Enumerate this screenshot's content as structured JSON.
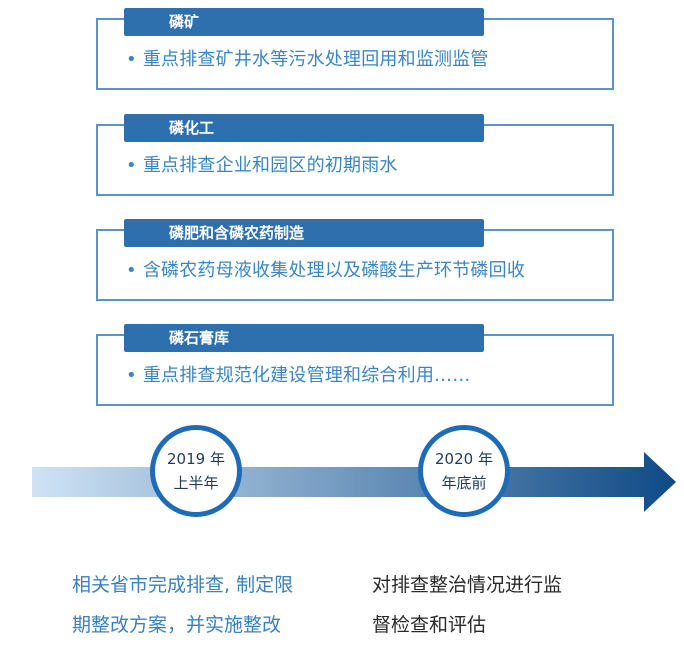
{
  "cards": [
    {
      "title": "磷矿",
      "bullet": "•",
      "text": "重点排查矿井水等污水处理回用和监测监管"
    },
    {
      "title": "磷化工",
      "bullet": "•",
      "text": "重点排查企业和园区的初期雨水"
    },
    {
      "title": "磷肥和含磷农药制造",
      "bullet": "•",
      "text": "含磷农药母液收集处理以及磷酸生产环节磷回收"
    },
    {
      "title": "磷石膏库",
      "bullet": "•",
      "text": "重点排查规范化建设管理和综合利用……"
    }
  ],
  "timeline": {
    "colors": {
      "arrow_start": "#cfe3f5",
      "arrow_end": "#0f4a85",
      "circle_border": "#1e6bb8"
    },
    "milestones": [
      {
        "line1": "2019 年",
        "line2": "上半年"
      },
      {
        "line1": "2020 年",
        "line2": "年底前"
      }
    ]
  },
  "descriptions": {
    "left": {
      "line1": "相关省市完成排查, 制定限",
      "line2": "期整改方案，并实施整改"
    },
    "right": {
      "line1": "对排查整治情况进行监",
      "line2": "督检查和评估"
    }
  }
}
